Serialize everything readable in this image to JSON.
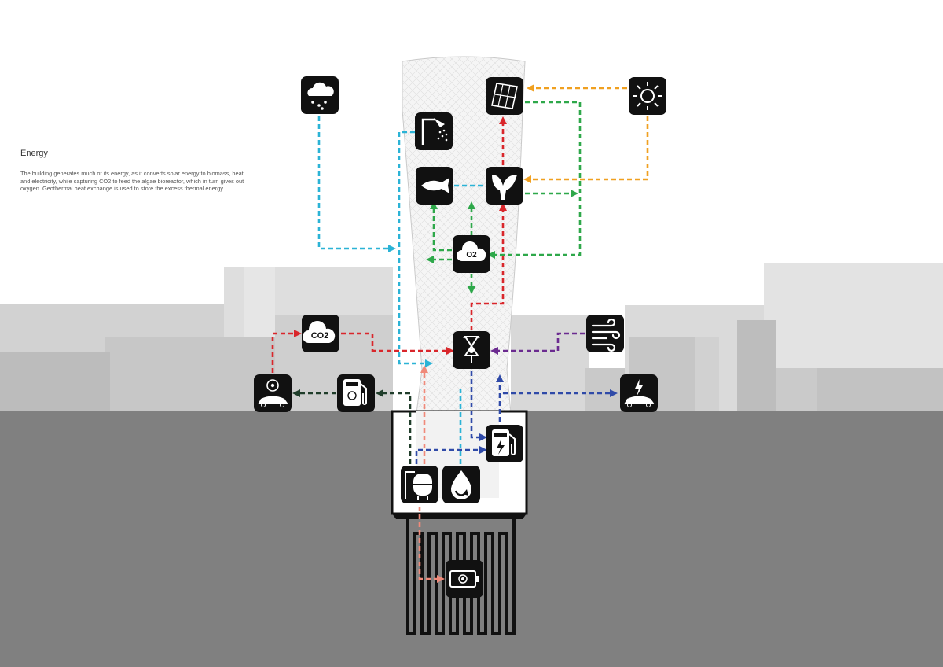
{
  "heading": {
    "title": "Energy",
    "description": "The building generates much of its energy, as it converts solar energy to biomass, heat and electricity, while capturing CO2 to feed the algae bioreactor, which in turn gives out oxygen. Geothermal heat exchange is used to store the excess thermal energy."
  },
  "icons": {
    "co2_label": "CO2",
    "o2_label": "O2"
  },
  "colors": {
    "rain_water": "#2bb3d6",
    "solar": "#f0a020",
    "biomass_red": "#d9262b",
    "oxygen_green": "#2ea84a",
    "wind_purple": "#6b2b90",
    "electric_blue": "#2f4aa8",
    "geothermal_salmon": "#f08a7a",
    "dark_green": "#1f3d2a",
    "icon_fill": "#111111",
    "ground": "#808080"
  }
}
